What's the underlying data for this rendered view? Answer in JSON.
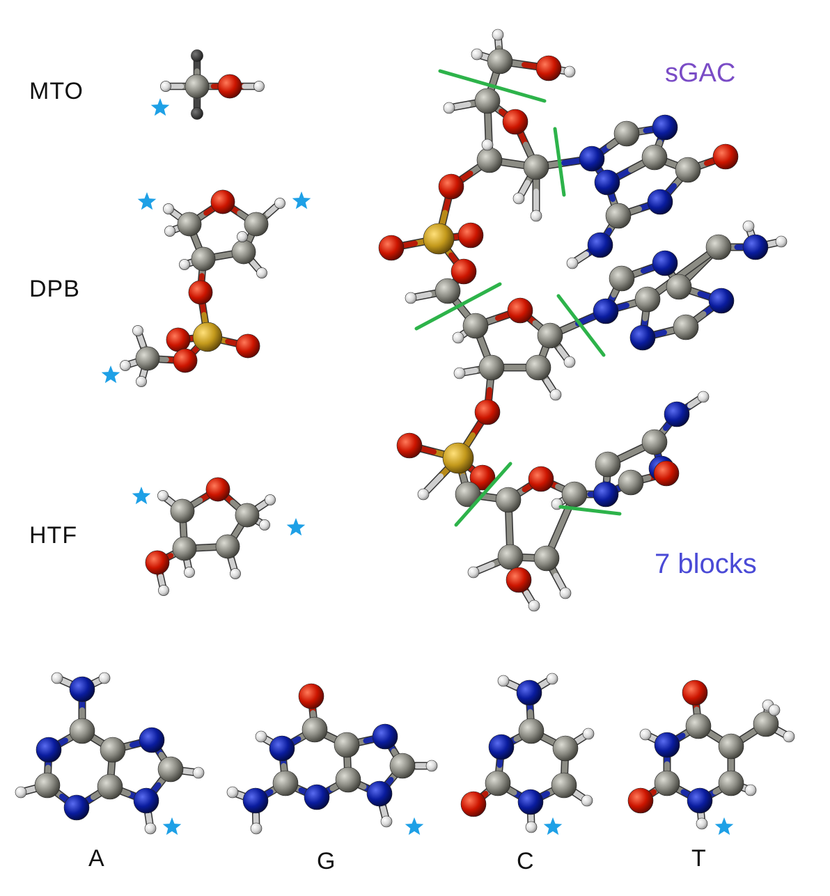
{
  "fragments": {
    "mto": "MTO",
    "dpb": "DPB",
    "htf": "HTF"
  },
  "assembly": {
    "title": "sGAC",
    "blocks": "7 blocks"
  },
  "bases": {
    "a": "A",
    "g": "G",
    "c": "C",
    "t": "T"
  },
  "colors": {
    "carbon": "#7a7a72",
    "oxygen": "#cc1500",
    "nitrogen": "#0a1c9e",
    "hydrogen": "#e6e6e6",
    "phosphorus": "#c49a1c",
    "star": "#1ea0e6",
    "cut": "#2db34a",
    "title": "#7a4cc6",
    "blocks": "#4a4ad6"
  },
  "icons": {
    "attachment": "star-icon",
    "cut": "bond-cut-line"
  }
}
